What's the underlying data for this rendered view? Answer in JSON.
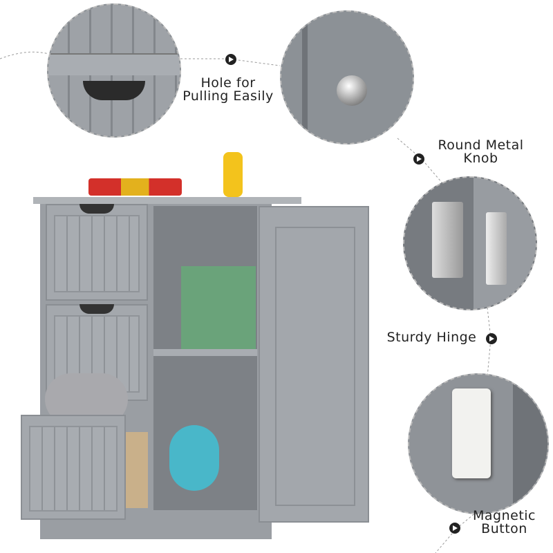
{
  "callouts": {
    "hole": {
      "line1": "Hole for",
      "line2": "Pulling Easily",
      "icon": "arrow-circle-icon"
    },
    "knob": {
      "line1": "Round Metal",
      "line2": "Knob",
      "icon": "arrow-circle-icon"
    },
    "hinge": {
      "line1": "Sturdy Hinge",
      "icon": "arrow-circle-icon"
    },
    "magnet": {
      "line1": "Magnetic",
      "line2": "Button",
      "icon": "arrow-circle-icon"
    }
  },
  "colors": {
    "cabinet": "#9a9ea3",
    "text": "#222222",
    "background": "#ffffff"
  }
}
